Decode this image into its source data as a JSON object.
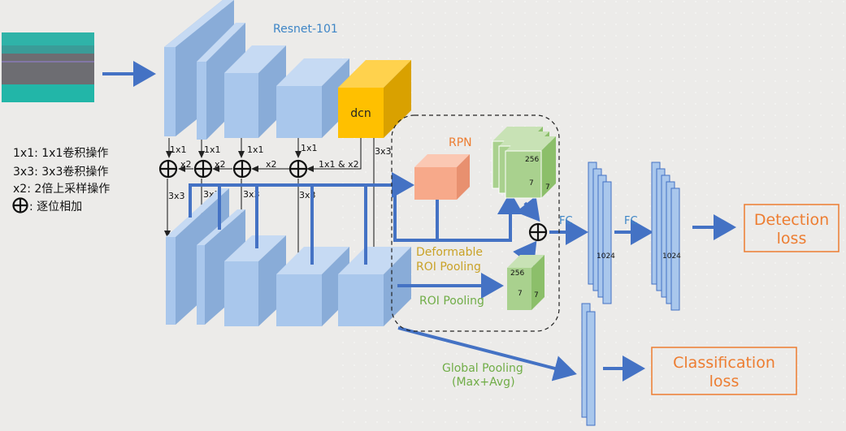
{
  "colors": {
    "background": "#ecebe9",
    "arrow": "#4472c4",
    "block_front": "#a9c7ec",
    "block_top": "#c6daf3",
    "block_side": "#89acd8",
    "dcn_front": "#ffc000",
    "dcn_top": "#ffd24d",
    "dcn_side": "#d9a100",
    "rpn_front": "#f7a98a",
    "feat_green": "#a9d18e",
    "title_blue": "#3d85c6",
    "orange": "#ed7d31",
    "gold": "#c9a227",
    "green_text": "#70ad47"
  },
  "legend": [
    "1x1: 1x1卷积操作",
    "3x3: 3x3卷积操作",
    "x2: 2倍上采样操作",
    ": 逐位相加"
  ],
  "backbone_title": "Resnet-101",
  "dcn_label": "dcn",
  "rpn_label": "RPN",
  "deformable_pool_label": [
    "Deformable",
    "ROI Pooling"
  ],
  "roi_pool_label": "ROI Pooling",
  "global_pool_label": [
    "Global Pooling",
    "(Max+Avg)"
  ],
  "fc_label": "FC",
  "fc2_label": "FC",
  "dim_1024": "1024",
  "dim_1024_b": "1024",
  "roi_dims": {
    "channels": "256",
    "w": "7",
    "h": "7"
  },
  "roi2_dims": {
    "channels": "256",
    "w": "7",
    "h": "7"
  },
  "conv_labels": {
    "c1": "1x1",
    "c2": "1x1",
    "c3": "1x1",
    "c4": "1x1",
    "merge": "1x1 & x2",
    "d1": "3x3",
    "d2": "3x3",
    "d3": "3x3",
    "d4": "3x3",
    "d5": "3x3",
    "u1": "x2",
    "u2": "x2",
    "u3": "x2"
  },
  "detection_loss": [
    "Detection",
    "loss"
  ],
  "classification_loss": [
    "Classification",
    "loss"
  ],
  "thumbnail": {
    "description_color_top": "#2fb3a8",
    "description_color_mid": "#6d6d72"
  }
}
